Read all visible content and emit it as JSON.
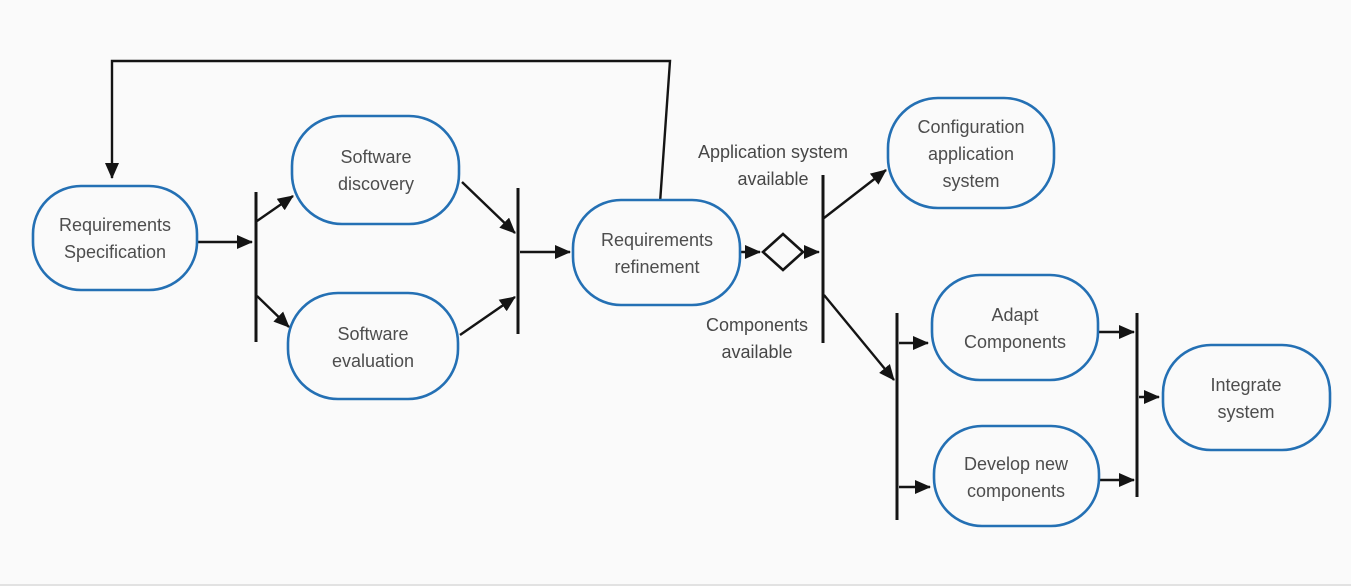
{
  "colors": {
    "background": "#fafafa",
    "node_border": "#2470b4",
    "node_text": "#4d4d4d",
    "line": "#141414"
  },
  "nodes": {
    "requirements_specification": {
      "lines": [
        "Requirements",
        "Specification"
      ]
    },
    "software_discovery": {
      "lines": [
        "Software",
        "discovery"
      ]
    },
    "software_evaluation": {
      "lines": [
        "Software",
        "evaluation"
      ]
    },
    "requirements_refinement": {
      "lines": [
        "Requirements",
        "refinement"
      ]
    },
    "configuration_application_system": {
      "lines": [
        "Configuration",
        "application",
        "system"
      ]
    },
    "adapt_components": {
      "lines": [
        "Adapt",
        "Components"
      ]
    },
    "develop_new_components": {
      "lines": [
        "Develop new",
        "components"
      ]
    },
    "integrate_system": {
      "lines": [
        "Integrate",
        "system"
      ]
    }
  },
  "edge_labels": {
    "application_system_available": {
      "lines": [
        "Application system",
        "available"
      ]
    },
    "components_available": {
      "lines": [
        "Components",
        "available"
      ]
    }
  }
}
